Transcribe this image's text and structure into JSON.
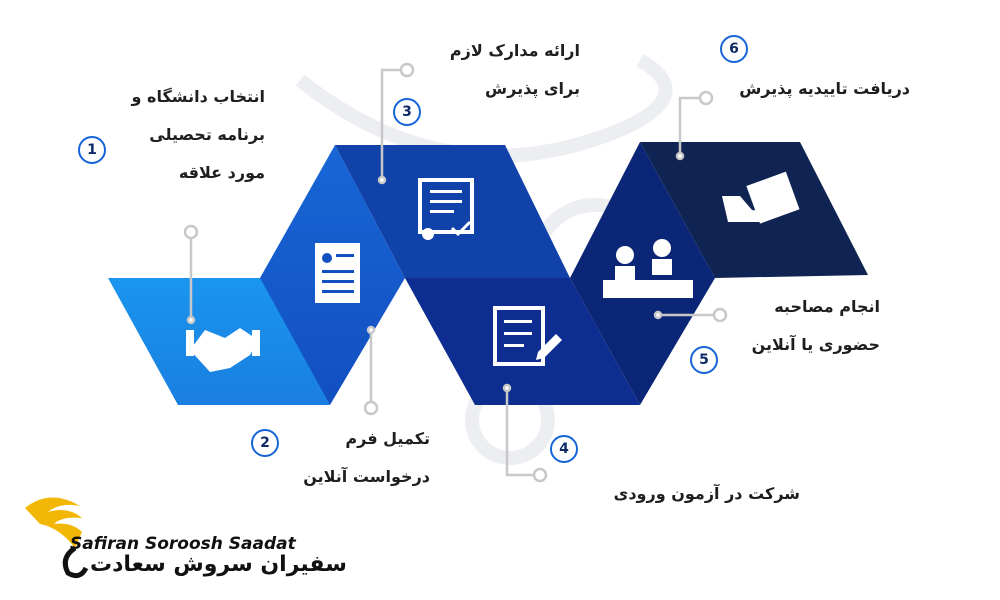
{
  "steps": [
    {
      "number": "1",
      "lines": [
        "انتخاب دانشگاه و",
        "برنامه تحصیلی",
        "مورد علاقه"
      ],
      "icon": "handshake-icon"
    },
    {
      "number": "2",
      "lines": [
        "تکمیل فرم",
        "درخواست آنلاین"
      ],
      "icon": "form-icon"
    },
    {
      "number": "3",
      "lines": [
        "ارائه مدارک لازم",
        "برای پذیرش"
      ],
      "icon": "certificate-icon"
    },
    {
      "number": "4",
      "lines": [
        "شرکت در آزمون ورودی"
      ],
      "icon": "exam-icon"
    },
    {
      "number": "5",
      "lines": [
        "انجام مصاحبه",
        "حضوری یا آنلاین"
      ],
      "icon": "interview-icon"
    },
    {
      "number": "6",
      "lines": [
        "دریافت تاییدیه پذیرش"
      ],
      "icon": "acceptance-icon"
    }
  ],
  "brand": {
    "name_en": "Safiran Soroosh Saadat",
    "name_fa": "سفیران سروش سعادت"
  },
  "colors": {
    "step1": "#1a8ae6",
    "step2": "#1458c8",
    "step3": "#0f3fa6",
    "step4": "#0d2a8c",
    "step5": "#0b2470",
    "step6": "#0f2452",
    "accent": "#1565d8",
    "logo_gold": "#f2b705"
  }
}
